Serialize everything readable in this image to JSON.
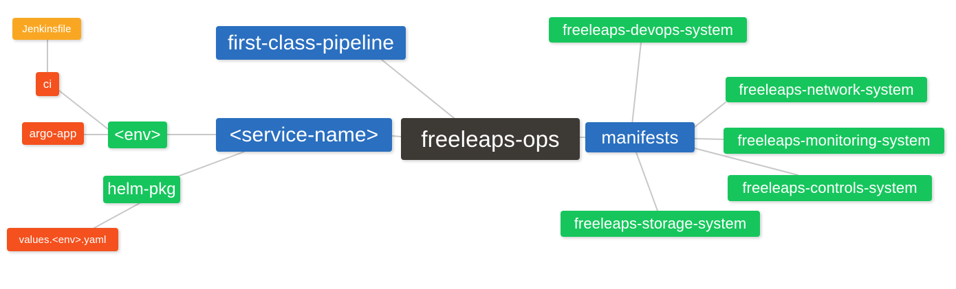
{
  "diagram": {
    "type": "mindmap",
    "title": "freeleaps-ops",
    "background": "#ffffff",
    "edge_color": "#c8c8c8",
    "palette": {
      "root_dark": "#3d3935",
      "blue": "#2a6fc0",
      "green": "#16c65c",
      "orange": "#f9a723",
      "red": "#f4511e",
      "text": "#ffffff"
    }
  },
  "nodes": [
    {
      "id": "jenkinsfile",
      "label": "Jenkinsfile",
      "color": "#f9a723"
    },
    {
      "id": "ci",
      "label": "ci",
      "color": "#f4511e"
    },
    {
      "id": "argo-app",
      "label": "argo-app",
      "color": "#f4511e"
    },
    {
      "id": "env",
      "label": "<env>",
      "color": "#16c65c"
    },
    {
      "id": "helm-pkg",
      "label": "helm-pkg",
      "color": "#16c65c"
    },
    {
      "id": "values-yaml",
      "label": "values.<env>.yaml",
      "color": "#f4511e"
    },
    {
      "id": "first-class-pipeline",
      "label": "first-class-pipeline",
      "color": "#2a6fc0"
    },
    {
      "id": "service-name",
      "label": "<service-name>",
      "color": "#2a6fc0"
    },
    {
      "id": "freeleaps-ops",
      "label": "freeleaps-ops",
      "color": "#3d3935"
    },
    {
      "id": "manifests",
      "label": "manifests",
      "color": "#2a6fc0"
    },
    {
      "id": "devops-system",
      "label": "freeleaps-devops-system",
      "color": "#16c65c"
    },
    {
      "id": "network-system",
      "label": "freeleaps-network-system",
      "color": "#16c65c"
    },
    {
      "id": "monitoring-system",
      "label": "freeleaps-monitoring-system",
      "color": "#16c65c"
    },
    {
      "id": "controls-system",
      "label": "freeleaps-controls-system",
      "color": "#16c65c"
    },
    {
      "id": "storage-system",
      "label": "freeleaps-storage-system",
      "color": "#16c65c"
    }
  ],
  "edges": [
    {
      "from": "jenkinsfile",
      "to": "ci"
    },
    {
      "from": "ci",
      "to": "env"
    },
    {
      "from": "argo-app",
      "to": "env"
    },
    {
      "from": "env",
      "to": "service-name"
    },
    {
      "from": "values-yaml",
      "to": "helm-pkg"
    },
    {
      "from": "helm-pkg",
      "to": "service-name"
    },
    {
      "from": "service-name",
      "to": "freeleaps-ops"
    },
    {
      "from": "first-class-pipeline",
      "to": "freeleaps-ops"
    },
    {
      "from": "freeleaps-ops",
      "to": "manifests"
    },
    {
      "from": "manifests",
      "to": "devops-system"
    },
    {
      "from": "manifests",
      "to": "network-system"
    },
    {
      "from": "manifests",
      "to": "monitoring-system"
    },
    {
      "from": "manifests",
      "to": "controls-system"
    },
    {
      "from": "manifests",
      "to": "storage-system"
    }
  ]
}
